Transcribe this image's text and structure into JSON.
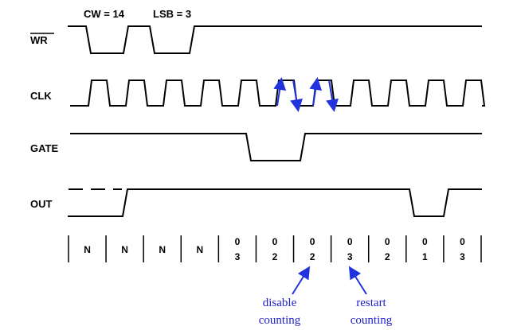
{
  "header": {
    "cw_label": "CW = 14",
    "lsb_label": "LSB = 3"
  },
  "signals": {
    "wr": "WR",
    "clk": "CLK",
    "gate": "GATE",
    "out": "OUT"
  },
  "counter_states": [
    {
      "top": "N",
      "bottom": ""
    },
    {
      "top": "N",
      "bottom": ""
    },
    {
      "top": "N",
      "bottom": ""
    },
    {
      "top": "N",
      "bottom": ""
    },
    {
      "top": "0",
      "bottom": "3"
    },
    {
      "top": "0",
      "bottom": "2"
    },
    {
      "top": "0",
      "bottom": "2"
    },
    {
      "top": "0",
      "bottom": "3"
    },
    {
      "top": "0",
      "bottom": "2"
    },
    {
      "top": "0",
      "bottom": "1"
    },
    {
      "top": "0",
      "bottom": "3"
    }
  ],
  "annotations": {
    "disable_line1": "disable",
    "disable_line2": "counting",
    "restart_line1": "restart",
    "restart_line2": "counting"
  },
  "colors": {
    "annotation": "#2233dd",
    "trace": "#000000"
  }
}
